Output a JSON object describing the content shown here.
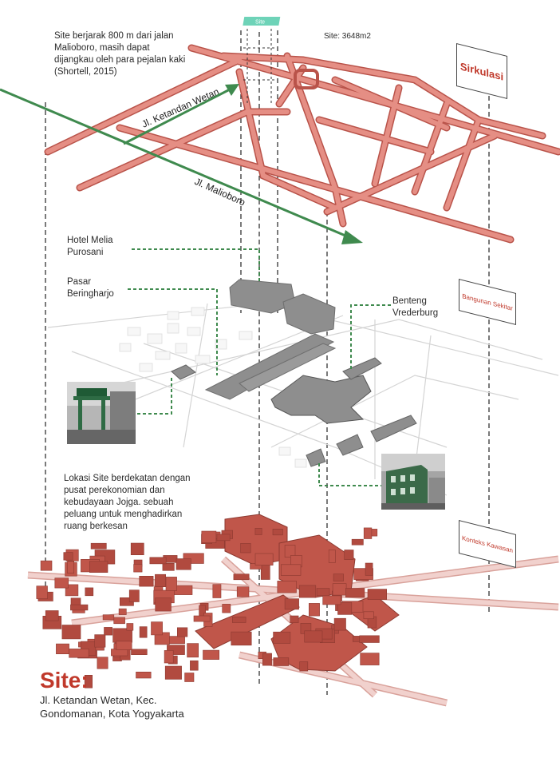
{
  "top_note": "Site berjarak 800 m dari jalan Malioboro, masih dapat dijangkau oleh para pejalan kaki (Shortell, 2015)",
  "site_area": "Site: 3648m2",
  "site_marker": "Site",
  "street_ketandan": "Jl. Ketandan Wetan",
  "street_malioboro": "Jl. Malioboro",
  "layer_tags": {
    "circulation": "Sirkulasi",
    "surrounding": "Bangunan Sekitar",
    "context": "Konteks Kawasan"
  },
  "landmarks": {
    "hotel": "Hotel Melia Purosani",
    "pasar": "Pasar Beringharjo",
    "benteng": "Benteng Vrederburg"
  },
  "mid_note": "Lokasi Site berdekatan dengan pusat perekonomian dan kebudayaan Jojga. sebuah peluang untuk menghadirkan ruang berkesan",
  "site_heading": "Site:",
  "site_address": "Jl. Ketandan Wetan,  Kec. Gondomanan, Kota Yogyakarta",
  "colors": {
    "road": "#d9776d",
    "road_edge": "#b9534a",
    "accent_red": "#c0392b",
    "arrow_green": "#3f8a4e",
    "leader_green": "#3f8a4e",
    "site_teal": "#6ed3b8",
    "building_gray": "#8e8e8e",
    "building_red": "#c0564a"
  }
}
